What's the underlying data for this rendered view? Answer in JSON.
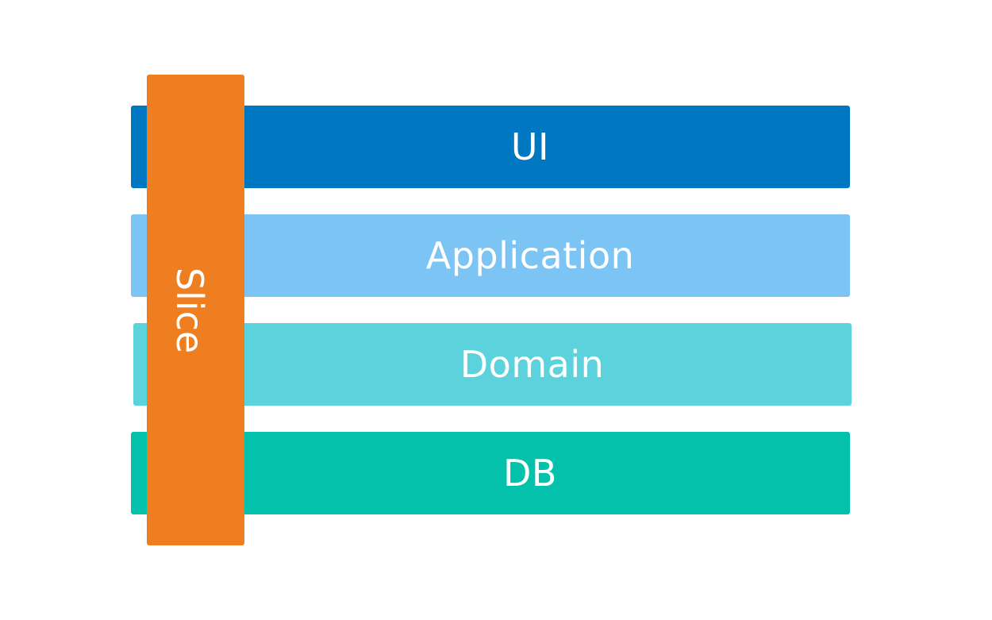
{
  "layers": [
    {
      "label": "UI",
      "color": "#0078C1"
    },
    {
      "label": "Application",
      "color": "#7CC4F4"
    },
    {
      "label": "Domain",
      "color": "#5CD3DC"
    },
    {
      "label": "DB",
      "color": "#03C1AA"
    }
  ],
  "slice": {
    "label": "Slice",
    "color": "#EE7E1F"
  }
}
